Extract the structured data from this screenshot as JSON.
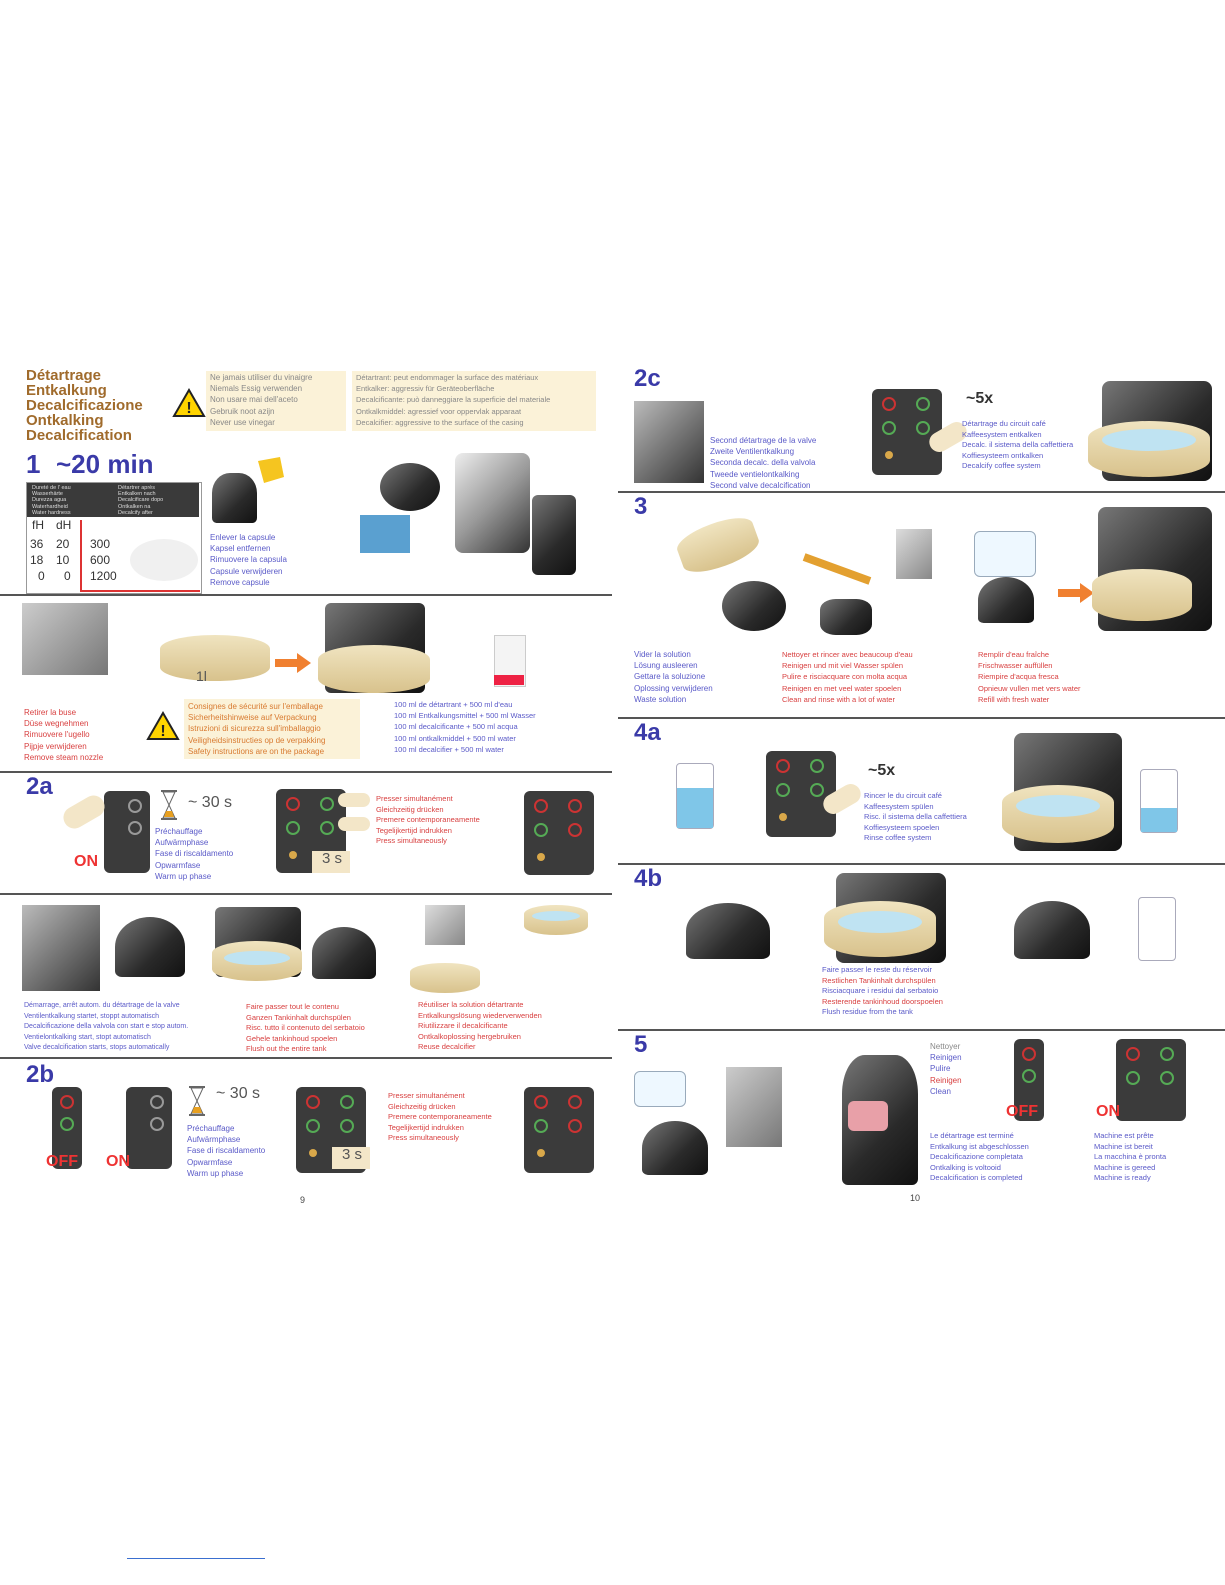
{
  "title_lines": [
    "Détartrage",
    "Entkalkung",
    "Decalcificazione",
    "Ontkalking",
    "Decalcification"
  ],
  "step1": {
    "number": "1",
    "duration": "~20 min"
  },
  "warning_vinegar": [
    "Ne jamais utiliser du vinaigre",
    "Niemals Essig verwenden",
    "Non usare mai dell'aceto",
    "Gebruik noot azijn",
    "Never use vinegar"
  ],
  "warning_descaler": [
    "Détartrant: peut endommager la surface des matériaux",
    "Entkalker: aggressiv für Geräteoberfläche",
    "Decalcificante: può danneggiare la superficie del materiale",
    "Ontkalkmiddel: agressief voor oppervlak apparaat",
    "Decalcifier: aggressive to the surface of the casing"
  ],
  "hardness_table": {
    "header_left": [
      "Dureté de l' eau",
      "Wasserhärte",
      "Durezza agua",
      "Waterhardheid",
      "Water hardness"
    ],
    "header_right": [
      "Détartrer après",
      "Entkalken nach",
      "Decalcificare dopo",
      "Ontkalken na",
      "Decalcify after"
    ],
    "col_labels": [
      "fH",
      "dH"
    ],
    "rows": [
      [
        "36",
        "20",
        "300"
      ],
      [
        "18",
        "10",
        "600"
      ],
      [
        "0",
        "0",
        "1200"
      ]
    ]
  },
  "remove_capsule": [
    "Enlever la capsule",
    "Kapsel entfernen",
    "Rimuovere la capsula",
    "Capsule verwijderen",
    "Remove capsule"
  ],
  "remove_nozzle": [
    "Retirer la buse",
    "Düse wegnehmen",
    "Rimuovere l'ugello",
    "Pijpje verwijderen",
    "Remove steam nozzle"
  ],
  "container_label": "1l",
  "safety": [
    "Consignes de sécurité sur l'emballage",
    "Sicherheitshinweise auf Verpackung",
    "Istruzioni di sicurezza sull'imballaggio",
    "Veiligheidsinstructies op de verpakking",
    "Safety instructions are on the package"
  ],
  "mixing": [
    "100 ml de détartrant + 500 ml d'eau",
    "100 ml Entkalkungsmittel + 500 ml Wasser",
    "100 ml decalcificante + 500 ml acqua",
    "100 ml ontkalkmiddel + 500 ml water",
    "100 ml decalcifier + 500 ml water"
  ],
  "step2a": {
    "number": "2a",
    "on_label": "ON",
    "timer": "~ 30 s",
    "hold": "3 s"
  },
  "warmup": [
    "Préchauffage",
    "Aufwärmphase",
    "Fase di riscaldamento",
    "Opwarmfase",
    "Warm up phase"
  ],
  "press_simul": [
    "Presser simultanément",
    "Gleichzeitig drücken",
    "Premere contemporaneamente",
    "Tegelijkertijd indrukken",
    "Press simultaneously"
  ],
  "valve_start": [
    "Démarrage, arrêt autom. du détartrage de la valve",
    "Ventilentkalkung startet, stoppt automatisch",
    "Decalcificazione della valvola con start e stop autom.",
    "Ventielontkalking start, stopt automatisch",
    "Valve decalcification starts, stops automatically"
  ],
  "flush_tank": [
    "Faire passer tout le contenu",
    "Ganzen Tankinhalt durchspülen",
    "Risc. tutto il contenuto del serbatoio",
    "Gehele tankinhoud spoelen",
    "Flush out the entire tank"
  ],
  "reuse": [
    "Réutiliser la solution détartrante",
    "Entkalkungslösung wiederverwenden",
    "Riutilizzare il decalcificante",
    "Ontkalkoplossing hergebruiken",
    "Reuse decalcifier"
  ],
  "step2b": {
    "number": "2b",
    "off_label": "OFF",
    "on_label": "ON",
    "timer": "~ 30 s",
    "hold": "3 s"
  },
  "page_left_num": "9",
  "step2c": {
    "number": "2c",
    "repeat": "~5x"
  },
  "second_valve": [
    "Second détartrage de la valve",
    "Zweite Ventilentkalkung",
    "Seconda decalc. della valvola",
    "Tweede ventielontkalking",
    "Second valve decalcification"
  ],
  "decalc_coffee": [
    "Détartrage du circuit café",
    "Kaffeesystem entkalken",
    "Decalc. il sistema della caffettiera",
    "Koffiesysteem ontkalken",
    "Decalcify coffee system"
  ],
  "step3": {
    "number": "3"
  },
  "empty_solution": [
    "Vider la solution",
    "Lösung ausleeren",
    "Gettare la soluzione",
    "Oplossing verwijderen",
    "Waste solution"
  ],
  "clean_rinse": [
    "Nettoyer et rincer avec beaucoup d'eau",
    "Reinigen und mit viel Wasser spülen",
    "Pulire e risciacquare con molta acqua",
    "Reinigen en met veel water spoelen",
    "Clean and rinse with a lot of water"
  ],
  "refill": [
    "Remplir d'eau fraîche",
    "Frischwasser auffüllen",
    "Riempire d'acqua fresca",
    "Opnieuw vullen met vers water",
    "Refill with fresh water"
  ],
  "step4a": {
    "number": "4a",
    "repeat": "~5x"
  },
  "rinse_coffee": [
    "Rincer le du circuit café",
    "Kaffeesystem spülen",
    "Risc. il sistema della caffettiera",
    "Koffiesysteem spoelen",
    "Rinse coffee system"
  ],
  "step4b": {
    "number": "4b"
  },
  "flush_residue": [
    "Faire passer le reste du réservoir",
    "Restlichen Tankinhalt durchspülen",
    "Risciacquare i residui dal serbatoio",
    "Resterende tankinhoud doorspoelen",
    "Flush residue from the tank"
  ],
  "step5": {
    "number": "5",
    "off_label": "OFF",
    "on_label": "ON"
  },
  "clean_words": [
    "Nettoyer",
    "Reinigen",
    "Pulire",
    "Reinigen",
    "Clean"
  ],
  "completed": [
    "Le détartrage est terminé",
    "Entkalkung ist abgeschlossen",
    "Decalcificazione completata",
    "Ontkalking is voltooid",
    "Decalcification is completed"
  ],
  "ready": [
    "Machine est prête",
    "Machine ist bereit",
    "La macchina è pronta",
    "Machine is gereed",
    "Machine is ready"
  ],
  "page_right_num": "10",
  "colors": {
    "title": "#a06b2c",
    "step": "#3a3aa8",
    "text_blue": "#5a5ac8",
    "accent_red": "#d84040",
    "warn_bg": "#fbf2d8"
  }
}
